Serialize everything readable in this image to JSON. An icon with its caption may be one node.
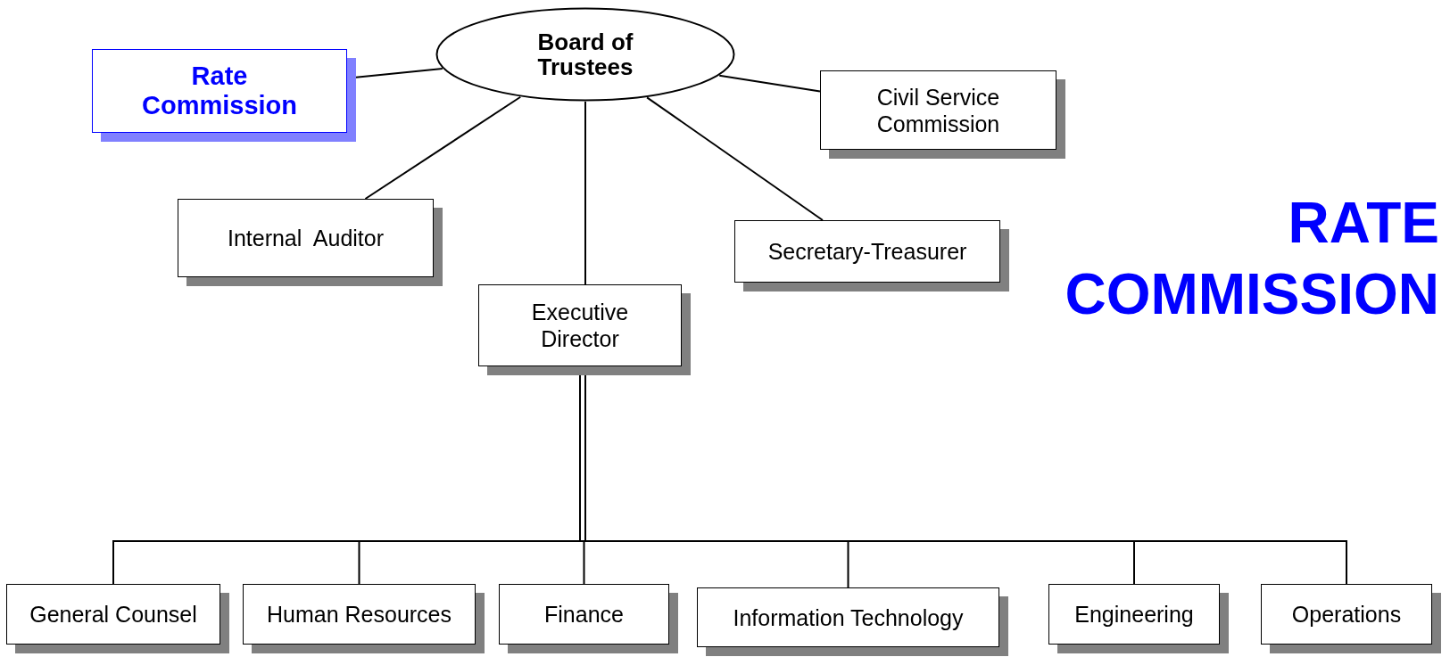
{
  "diagram": {
    "nodes": [
      {
        "text": [
          "Board of Trustees"
        ]
      },
      {
        "text": [
          "Rate Commission"
        ]
      },
      {
        "text": [
          "Civil Service Commission"
        ]
      },
      {
        "text": [
          "Internal  Auditor"
        ]
      },
      {
        "text": [
          "Secretary-Treasurer"
        ]
      },
      {
        "text": [
          "Executive Director"
        ]
      },
      {
        "text": [
          "General Counsel"
        ]
      },
      {
        "text": [
          "Human Resources"
        ]
      },
      {
        "text": [
          "Finance"
        ]
      },
      {
        "text": [
          "Information Technology"
        ]
      },
      {
        "text": [
          "Engineering"
        ]
      },
      {
        "text": [
          "Operations"
        ]
      }
    ],
    "edges": [
      {
        "from": 0,
        "to": 1,
        "arrow": "none"
      },
      {
        "from": 0,
        "to": 2,
        "arrow": "none"
      },
      {
        "from": 0,
        "to": 3,
        "arrow": "none"
      },
      {
        "from": 0,
        "to": 4,
        "arrow": "none"
      },
      {
        "from": 0,
        "to": 5,
        "arrow": "none"
      },
      {
        "from": 5,
        "to": 6,
        "arrow": "none"
      },
      {
        "from": 5,
        "to": 7,
        "arrow": "none"
      },
      {
        "from": 5,
        "to": 8,
        "arrow": "none"
      },
      {
        "from": 5,
        "to": 9,
        "arrow": "none"
      },
      {
        "from": 5,
        "to": 10,
        "arrow": "none"
      },
      {
        "from": 5,
        "to": 11,
        "arrow": "none"
      }
    ],
    "labels": [
      "RATE",
      "COMMISSION"
    ]
  }
}
